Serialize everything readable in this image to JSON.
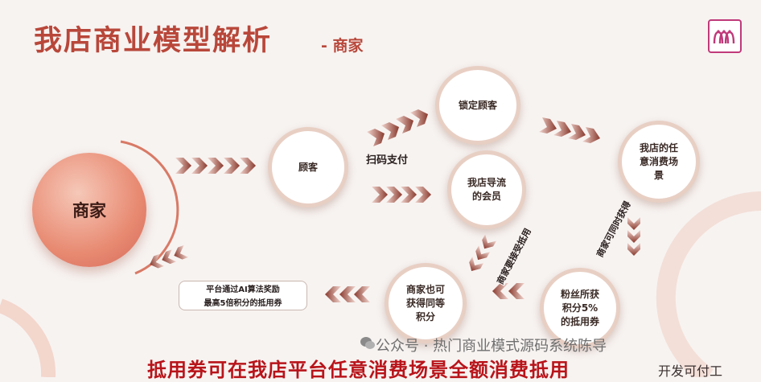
{
  "header": {
    "title": "我店商业模型解析",
    "subtitle": "- 商家"
  },
  "nodes": {
    "merchant": "商家",
    "customer": "顾客",
    "locked_customer": "锁定顾客",
    "member": "我店导流的会员",
    "any_scene": "我店的任意消费场景",
    "fans_points": "粉丝所获积分5%的抵用券",
    "merchant_points": "商家也可获得同等积分"
  },
  "labels": {
    "scan_pay": "扫码支付",
    "coupon_get": "商家可同时获得",
    "merchant_need": "商家要接受抵用"
  },
  "callout": {
    "line1": "平台通过AI算法奖励",
    "line2": "最高5倍积分的抵用券"
  },
  "footer": {
    "watermark": "公众号 · 热门商业模式源码系统陈导",
    "banner": "抵用券可在我店平台任意消费场景全额消费抵用",
    "corner": "开发可付工"
  },
  "colors": {
    "accent": "#b8473a",
    "arrow_dark": "#8a3a2e",
    "arrow_light": "#e3b9ad",
    "banner": "#b8141a"
  },
  "icons": {
    "logo": "brand-logo-icon",
    "wechat": "wechat-icon"
  }
}
